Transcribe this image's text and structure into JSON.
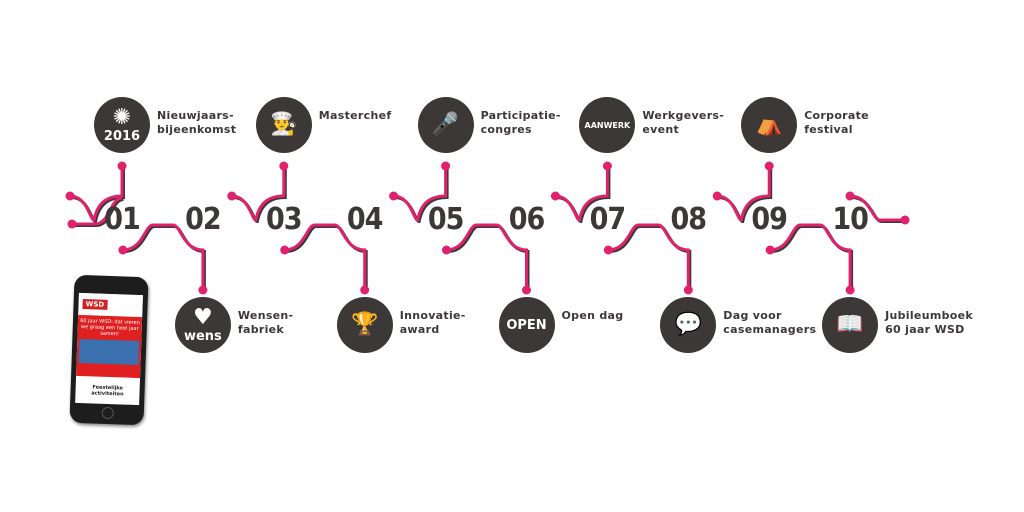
{
  "colors": {
    "accent": "#e0226e",
    "dark": "#3d3838"
  },
  "steps": [
    {
      "num": "01",
      "label": "Nieuwjaars-\nbijeenkomst",
      "icon": "fireworks-icon",
      "icon_text": "2016"
    },
    {
      "num": "02",
      "label": "Wensen-\nfabriek",
      "icon": "heart-icon",
      "icon_text": "wens"
    },
    {
      "num": "03",
      "label": "Masterchef",
      "icon": "chef-icon"
    },
    {
      "num": "04",
      "label": "Innovatie-\naward",
      "icon": "trophy-icon"
    },
    {
      "num": "05",
      "label": "Participatie-\ncongres",
      "icon": "podium-icon"
    },
    {
      "num": "06",
      "label": "Open dag",
      "icon": "open-sign-icon",
      "icon_text": "OPEN"
    },
    {
      "num": "07",
      "label": "Werkgevers-\nevent",
      "icon": "aanwerk-logo-icon",
      "icon_text": "AANWERK"
    },
    {
      "num": "08",
      "label": "Dag voor\ncasemanagers",
      "icon": "people-chat-icon"
    },
    {
      "num": "09",
      "label": "Corporate\nfestival",
      "icon": "tent-icon"
    },
    {
      "num": "10",
      "label": "Jubileumboek\n60 jaar WSD",
      "icon": "book-icon"
    }
  ],
  "phone": {
    "logo": "WSD",
    "headline": "60 jaar WSD: dat vieren we graag een heel jaar samen!",
    "footer": "Feestelijke activiteiten"
  }
}
